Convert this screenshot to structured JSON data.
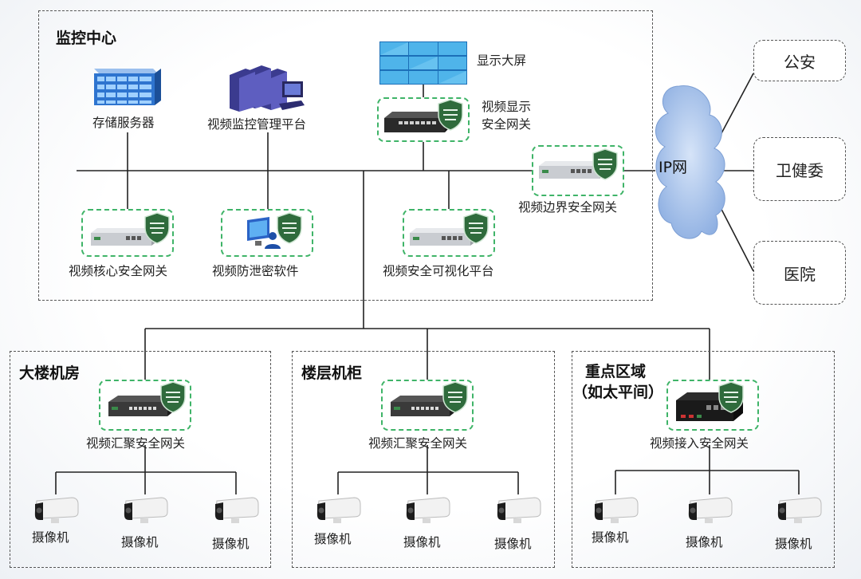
{
  "zones": {
    "center": "监控中心",
    "building": "大楼机房",
    "floor": "楼层机柜",
    "key_line1": "重点区域",
    "key_line2": "（如太平间）"
  },
  "nodes": {
    "storage_server": "存储服务器",
    "vms_platform": "视频监控管理平台",
    "display_screen": "显示大屏",
    "display_gw_line1": "视频显示",
    "display_gw_line2": "安全网关",
    "border_gw": "视频边界安全网关",
    "core_gw": "视频核心安全网关",
    "leak_sw": "视频防泄密软件",
    "visual_platform": "视频安全可视化平台",
    "agg_gw_1": "视频汇聚安全网关",
    "agg_gw_2": "视频汇聚安全网关",
    "access_gw": "视频接入安全网关",
    "camera": "摄像机"
  },
  "network": {
    "ip": "IP网",
    "destinations": [
      "公安",
      "卫健委",
      "医院"
    ]
  },
  "colors": {
    "gateway_border": "#3fb468",
    "cloud": "#a9c3ea",
    "shield": "#2f6b3c"
  },
  "icons": [
    "server-rack-icon",
    "server-cluster-icon",
    "video-wall-icon",
    "gateway-appliance-icon",
    "shield-icon",
    "monitor-user-icon",
    "cloud-icon",
    "camera-icon"
  ]
}
